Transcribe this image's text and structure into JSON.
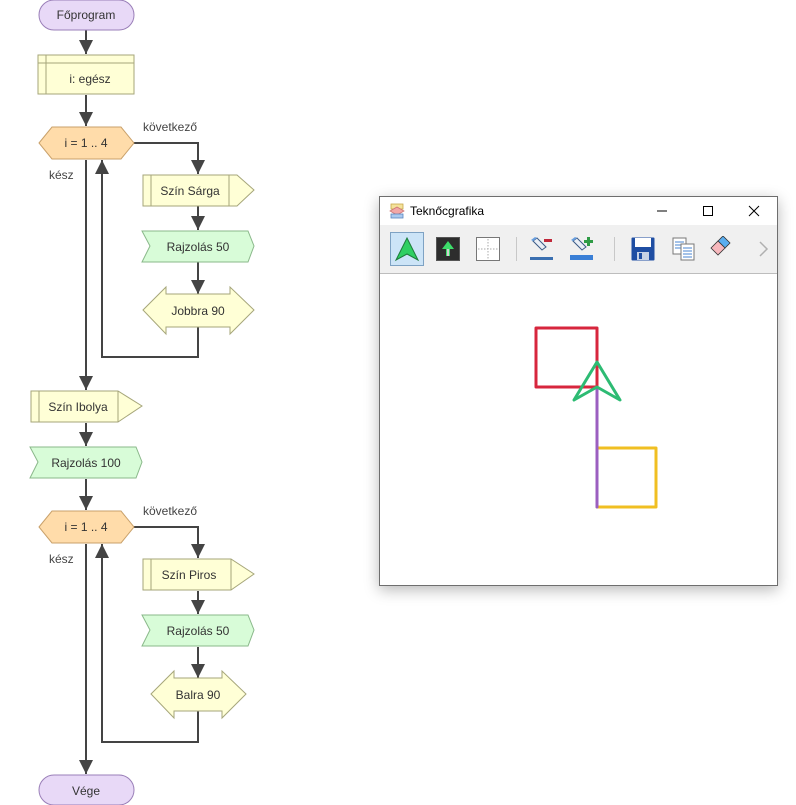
{
  "flowchart": {
    "start_label": "Főprogram",
    "declaration": "i: egész",
    "loop1": {
      "header": "i = 1 .. 4",
      "next_label": "következő",
      "done_label": "kész",
      "body": [
        "Szín Sárga",
        "Rajzolás 50",
        "Jobbra 90"
      ]
    },
    "after_loop1": [
      "Szín Ibolya",
      "Rajzolás 100"
    ],
    "loop2": {
      "header": "i = 1 .. 4",
      "next_label": "következő",
      "done_label": "kész",
      "body": [
        "Szín Piros",
        "Rajzolás 50",
        "Balra 90"
      ]
    },
    "end_label": "Vége"
  },
  "window": {
    "title": "Teknőcgrafika",
    "controls": [
      "minimize",
      "maximize",
      "close"
    ],
    "toolbar": [
      {
        "name": "turtle-arrow-icon",
        "active": true
      },
      {
        "name": "show-turtle-icon",
        "active": false
      },
      {
        "name": "grid-icon",
        "active": false
      },
      {
        "name": "zoom-out-pen-icon",
        "active": false
      },
      {
        "name": "zoom-in-pen-icon",
        "active": false
      },
      {
        "name": "save-icon",
        "active": false
      },
      {
        "name": "copy-icon",
        "active": false
      },
      {
        "name": "eraser-icon",
        "active": false
      },
      {
        "name": "chevron-right-icon",
        "active": false
      }
    ],
    "drawing": {
      "colors": {
        "yellow": "#f0bf22",
        "violet": "#9b5fc0",
        "red": "#d7263d",
        "turtle": "#2dbb73"
      },
      "turtle_heading": "up"
    }
  },
  "colors": {
    "terminal_fill": "#e8d9f7",
    "terminal_stroke": "#9a7fb8",
    "process_fill": "#ffffd6",
    "process_stroke": "#a6a67a",
    "loop_fill": "#ffdcaa",
    "loop_stroke": "#c9a16b",
    "draw_fill": "#d8fcd8",
    "draw_stroke": "#8ab88a",
    "arrow": "#444444"
  }
}
